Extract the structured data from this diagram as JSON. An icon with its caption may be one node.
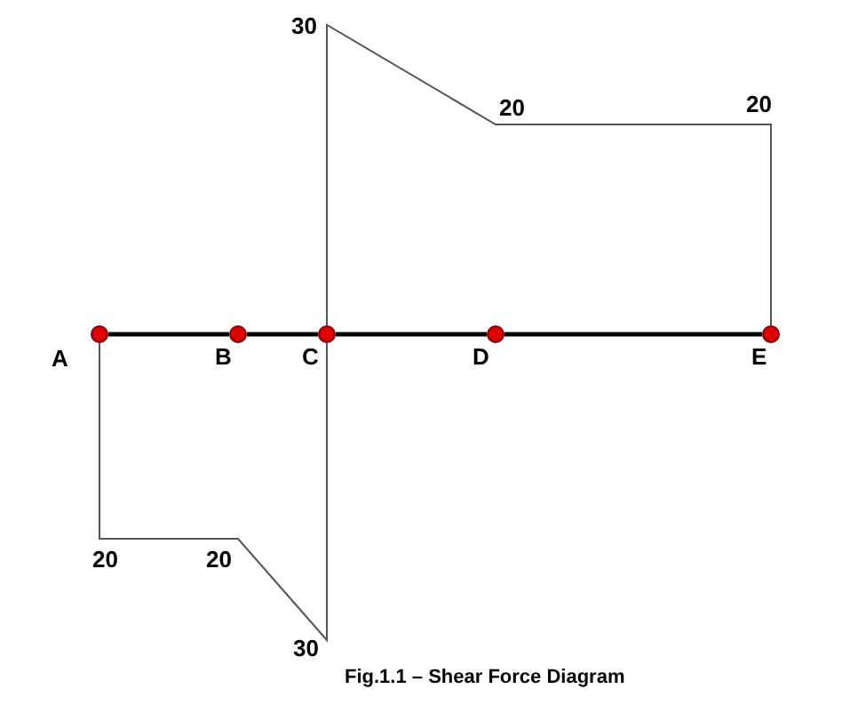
{
  "diagram": {
    "caption": "Fig.1.1 – Shear Force Diagram",
    "nodes": [
      {
        "text": [],
        "shape": "circle",
        "beside": [
          "A"
        ]
      },
      {
        "text": [],
        "shape": "circle",
        "beside": [
          "B"
        ]
      },
      {
        "text": [],
        "shape": "circle",
        "beside": [
          "C"
        ]
      },
      {
        "text": [],
        "shape": "circle",
        "beside": [
          "D"
        ]
      },
      {
        "text": [],
        "shape": "circle",
        "beside": [
          "E"
        ]
      }
    ],
    "edges": [
      {
        "from": 0,
        "to": 1,
        "arrow": "none"
      },
      {
        "from": 1,
        "to": 2,
        "arrow": "none"
      },
      {
        "from": 2,
        "to": 3,
        "arrow": "none"
      },
      {
        "from": 3,
        "to": 4,
        "arrow": "none"
      }
    ],
    "labels": [
      "30",
      "20",
      "20",
      "20",
      "20",
      "30"
    ]
  }
}
